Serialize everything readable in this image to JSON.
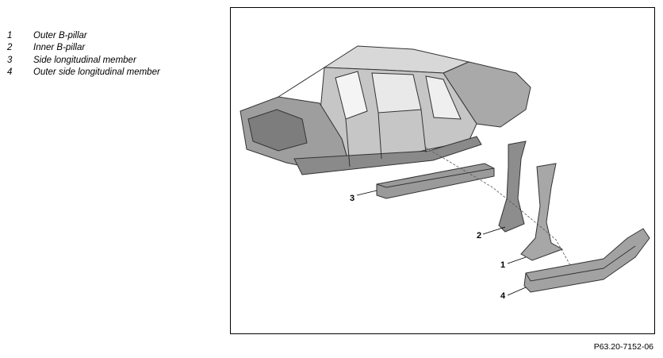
{
  "legend": {
    "items": [
      {
        "number": "1",
        "label": "Outer B-pillar"
      },
      {
        "number": "2",
        "label": "Inner B-pillar"
      },
      {
        "number": "3",
        "label": "Side longitudinal member"
      },
      {
        "number": "4",
        "label": "Outer side longitudinal member"
      }
    ]
  },
  "figure": {
    "callouts": {
      "c1": "1",
      "c2": "2",
      "c3": "3",
      "c4": "4"
    },
    "code": "P63.20-7152-06"
  }
}
